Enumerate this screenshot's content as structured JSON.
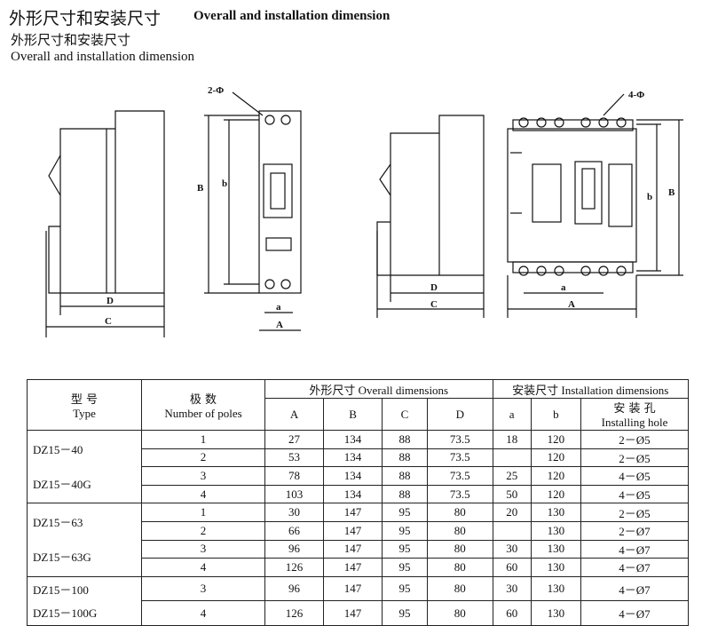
{
  "header": {
    "title_cn": "外形尺寸和安装尺寸",
    "title_en": "Overall and installation dimension",
    "subtitle_cn": "外形尺寸和安装尺寸",
    "subtitle_en": "Overall and installation dimension"
  },
  "drawing_labels": {
    "two_phi": "2-Φ",
    "four_phi": "4-Φ",
    "A": "A",
    "B": "B",
    "C": "C",
    "D": "D",
    "a": "a",
    "b": "b"
  },
  "table": {
    "col_type_cn": "型  号",
    "col_type_en": "Type",
    "col_poles_cn": "极    数",
    "col_poles_en": "Number of poles",
    "overall_header": "外形尺寸 Overall dimensions",
    "install_header": "安装尺寸 Installation dimensions",
    "col_A": "A",
    "col_B": "B",
    "col_C": "C",
    "col_D": "D",
    "col_a": "a",
    "col_b": "b",
    "col_hole_cn": "安  装  孔",
    "col_hole_en": "Installing hole",
    "groups": [
      {
        "type_lines": [
          "DZ15－40",
          "DZ15－40G"
        ],
        "rows": [
          {
            "poles": "1",
            "A": "27",
            "B": "134",
            "C": "88",
            "D": "73.5",
            "a": "18",
            "b": "120",
            "hole": "2－Ø5"
          },
          {
            "poles": "2",
            "A": "53",
            "B": "134",
            "C": "88",
            "D": "73.5",
            "a": "",
            "b": "120",
            "hole": "2－Ø5"
          },
          {
            "poles": "3",
            "A": "78",
            "B": "134",
            "C": "88",
            "D": "73.5",
            "a": "25",
            "b": "120",
            "hole": "4－Ø5"
          },
          {
            "poles": "4",
            "A": "103",
            "B": "134",
            "C": "88",
            "D": "73.5",
            "a": "50",
            "b": "120",
            "hole": "4－Ø5"
          }
        ]
      },
      {
        "type_lines": [
          "DZ15－63",
          "DZ15－63G"
        ],
        "rows": [
          {
            "poles": "1",
            "A": "30",
            "B": "147",
            "C": "95",
            "D": "80",
            "a": "20",
            "b": "130",
            "hole": "2－Ø5"
          },
          {
            "poles": "2",
            "A": "66",
            "B": "147",
            "C": "95",
            "D": "80",
            "a": "",
            "b": "130",
            "hole": "2－Ø7"
          },
          {
            "poles": "3",
            "A": "96",
            "B": "147",
            "C": "95",
            "D": "80",
            "a": "30",
            "b": "130",
            "hole": "4－Ø7"
          },
          {
            "poles": "4",
            "A": "126",
            "B": "147",
            "C": "95",
            "D": "80",
            "a": "60",
            "b": "130",
            "hole": "4－Ø7"
          }
        ]
      },
      {
        "type_lines": [
          "DZ15－100",
          "DZ15－100G"
        ],
        "rows": [
          {
            "poles": "3",
            "A": "96",
            "B": "147",
            "C": "95",
            "D": "80",
            "a": "30",
            "b": "130",
            "hole": "4－Ø7"
          },
          {
            "poles": "4",
            "A": "126",
            "B": "147",
            "C": "95",
            "D": "80",
            "a": "60",
            "b": "130",
            "hole": "4－Ø7"
          }
        ]
      }
    ]
  }
}
